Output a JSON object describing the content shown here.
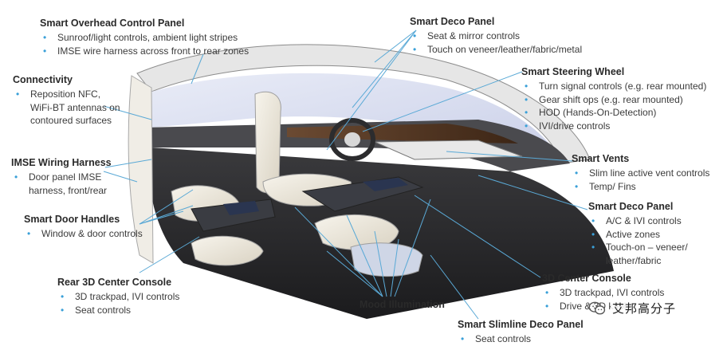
{
  "callouts": [
    {
      "id": "overhead",
      "title": "Smart Overhead Control Panel",
      "items": [
        "Sunroof/light controls, ambient light stripes",
        "IMSE wire harness across front to rear zones"
      ]
    },
    {
      "id": "connectivity",
      "title": "Connectivity",
      "items": [
        "Reposition NFC,\nWiFi-BT antennas on\ncontoured surfaces"
      ]
    },
    {
      "id": "wiring",
      "title": "IMSE Wiring Harness",
      "items": [
        "Door panel IMSE\nharness, front/rear"
      ]
    },
    {
      "id": "doorhandles",
      "title": "Smart Door Handles",
      "items": [
        "Window & door controls"
      ]
    },
    {
      "id": "rearconsole",
      "title": "Rear 3D Center Console",
      "items": [
        "3D trackpad, IVI controls",
        "Seat controls"
      ]
    },
    {
      "id": "decotop",
      "title": "Smart Deco Panel",
      "items": [
        "Seat & mirror controls",
        "Touch on veneer/leather/fabric/metal"
      ]
    },
    {
      "id": "steering",
      "title": "Smart Steering Wheel",
      "items": [
        "Turn signal controls (e.g. rear mounted)",
        "Gear shift ops (e.g. rear mounted)",
        "HOD (Hands-On-Detection)",
        "IVI/drive controls"
      ]
    },
    {
      "id": "vents",
      "title": "Smart Vents",
      "items": [
        "Slim line active vent controls",
        "Temp/ Fins"
      ]
    },
    {
      "id": "decoright",
      "title": "Smart Deco Panel",
      "items": [
        "A/C & IVI controls",
        "Active zones",
        "Touch-on – veneer/\nleather/fabric"
      ]
    },
    {
      "id": "console3d",
      "title": "3D Center Console",
      "items": [
        "3D trackpad, IVI controls",
        "Drive & 3D knobs"
      ]
    },
    {
      "id": "slimline",
      "title": "Smart Slimline Deco Panel",
      "items": [
        "Seat controls"
      ]
    }
  ],
  "mood_label": "Mood Illumination",
  "bullet": "•",
  "watermark": {
    "text": "艾邦高分子",
    "icon": "wechat-icon"
  },
  "colors": {
    "leader": "#5aa9d6",
    "bullet": "#3aa0d8",
    "text": "#3b3b3b",
    "title": "#2a2a2a"
  }
}
